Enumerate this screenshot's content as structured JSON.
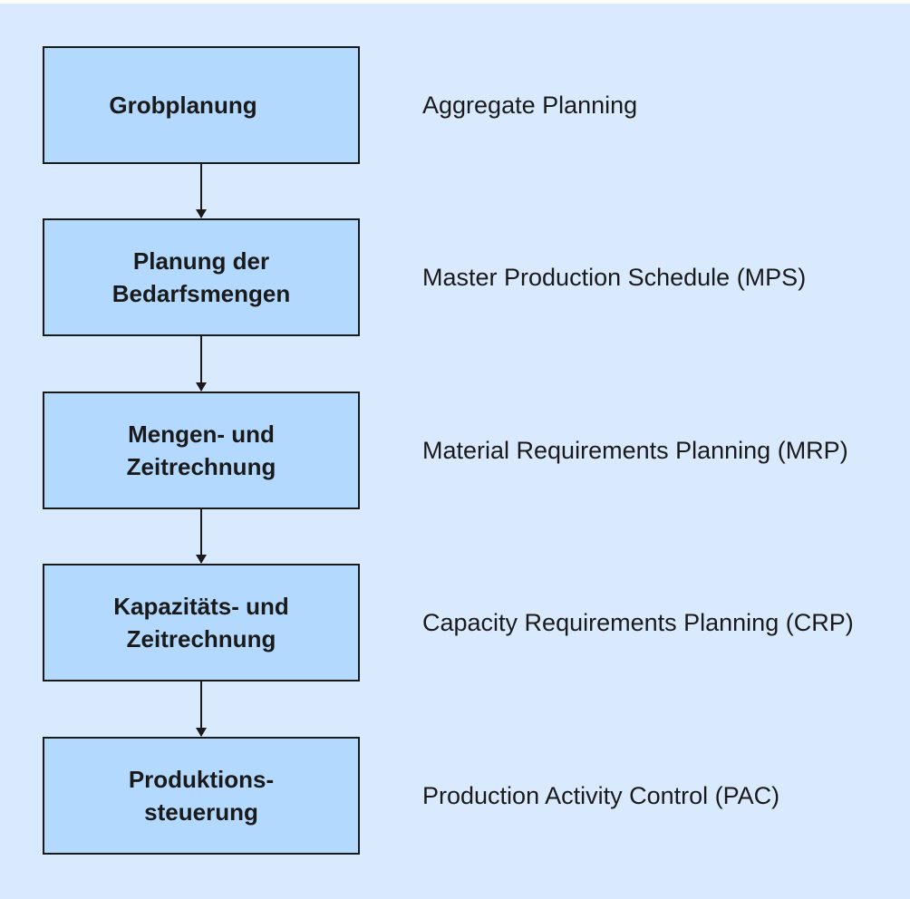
{
  "flow": {
    "steps": [
      {
        "label": "Grobplanung",
        "translation": "Aggregate Planning"
      },
      {
        "label": "Planung der\nBedarfsmengen",
        "translation": "Master Production Schedule (MPS)"
      },
      {
        "label": "Mengen- und\nZeitrechnung",
        "translation": "Material Requirements Planning (MRP)"
      },
      {
        "label": "Kapazitäts- und\nZeitrechnung",
        "translation": "Capacity Requirements Planning (CRP)"
      },
      {
        "label": "Produktions-\nsteuerung",
        "translation": "Production Activity Control (PAC)"
      }
    ]
  },
  "colors": {
    "background": "#d9eaff",
    "box_fill": "#b3d9ff",
    "stroke": "#1a1a1a"
  }
}
